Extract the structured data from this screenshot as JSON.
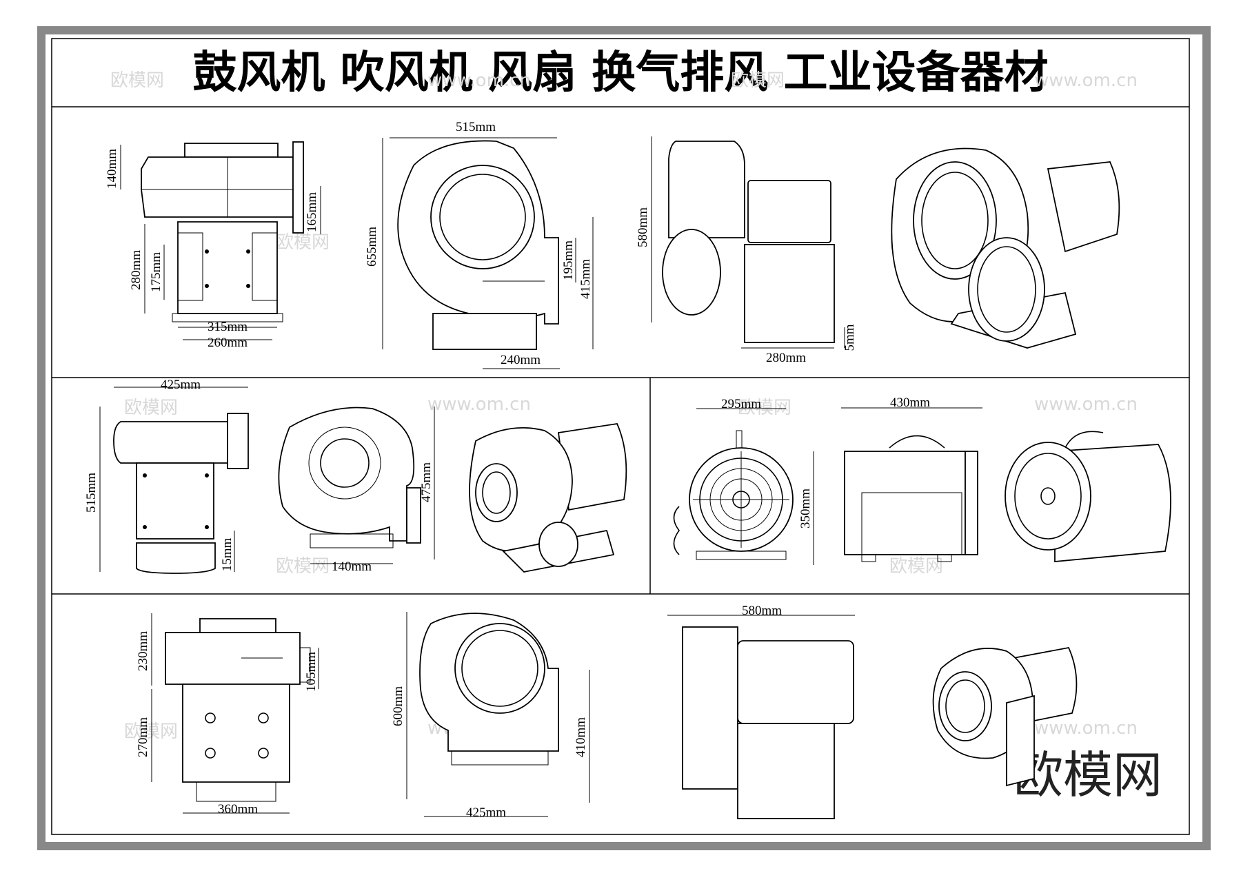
{
  "title": "鼓风机  吹风机  风扇  换气排风  工业设备器材",
  "watermarks": {
    "site": "www.om.cn",
    "brand": "欧模网",
    "corner_brand": "欧模网"
  },
  "panels": [
    {
      "name": "blower-a",
      "dims": {
        "top_height": "140mm",
        "right_side": "165mm",
        "body_height": "280mm",
        "inner_height": "175mm",
        "width_outer": "315mm",
        "width_inner": "260mm"
      }
    },
    {
      "name": "blower-a-side",
      "dims": {
        "width": "515mm",
        "height": "655mm",
        "outlet": "195mm",
        "base_height": "415mm",
        "base_width": "240mm"
      }
    },
    {
      "name": "blower-a-front",
      "dims": {
        "height": "580mm",
        "base_width": "280mm",
        "foot": "5mm"
      }
    },
    {
      "name": "blower-b",
      "dims": {
        "width": "425mm",
        "height": "515mm",
        "foot": "15mm"
      }
    },
    {
      "name": "blower-b-side",
      "dims": {
        "height": "475mm",
        "outlet": "140mm"
      }
    },
    {
      "name": "fan-c",
      "dims": {
        "width": "295mm",
        "height": "350mm"
      }
    },
    {
      "name": "fan-c-side",
      "dims": {
        "width": "430mm"
      }
    },
    {
      "name": "blower-d",
      "dims": {
        "top_height": "230mm",
        "outlet": "105mm",
        "body_height": "270mm",
        "width": "360mm"
      }
    },
    {
      "name": "blower-d-side",
      "dims": {
        "height": "600mm",
        "base_height": "410mm",
        "width": "425mm"
      }
    },
    {
      "name": "blower-d-front",
      "dims": {
        "width": "580mm"
      }
    }
  ]
}
